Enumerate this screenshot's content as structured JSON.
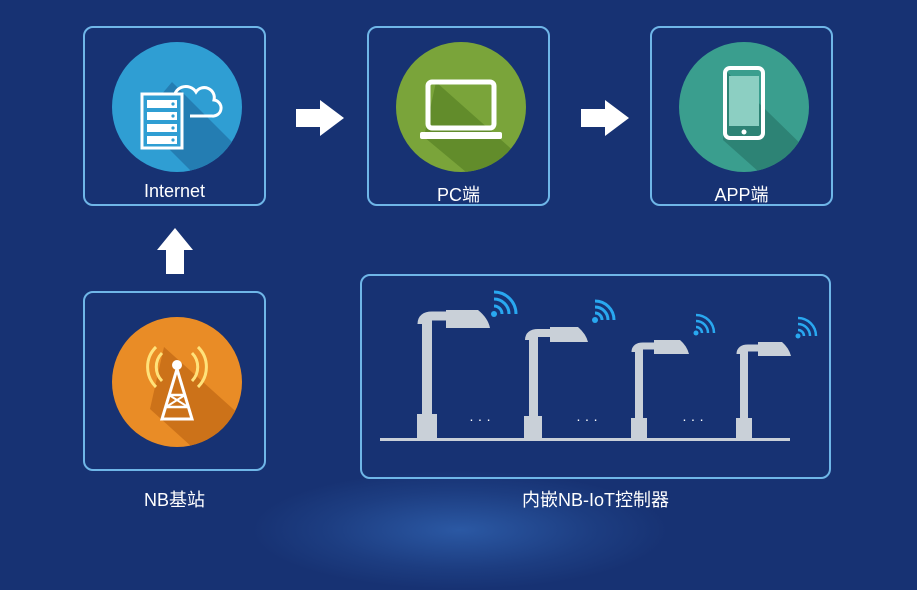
{
  "nodes": {
    "internet": {
      "label": "Internet",
      "icon": "server-cloud-icon",
      "color": "#2f9ed3"
    },
    "pc": {
      "label": "PC端",
      "icon": "laptop-icon",
      "color": "#7aa43a"
    },
    "app": {
      "label": "APP端",
      "icon": "smartphone-icon",
      "color": "#3a9e8e"
    },
    "nb_station": {
      "label": "NB基站",
      "icon": "cell-tower-icon",
      "color": "#e98c26"
    }
  },
  "controller": {
    "label": "内嵌NB-IoT控制器",
    "ellipsis": [
      "· · ·",
      "· · ·",
      "· · ·"
    ],
    "icons": [
      "street-lamp-icon",
      "wifi-signal-icon"
    ]
  },
  "colors": {
    "background": "#173273",
    "border": "#6fb6e8",
    "lamp": "#c9d0d8",
    "signal": "#29a8f0"
  }
}
